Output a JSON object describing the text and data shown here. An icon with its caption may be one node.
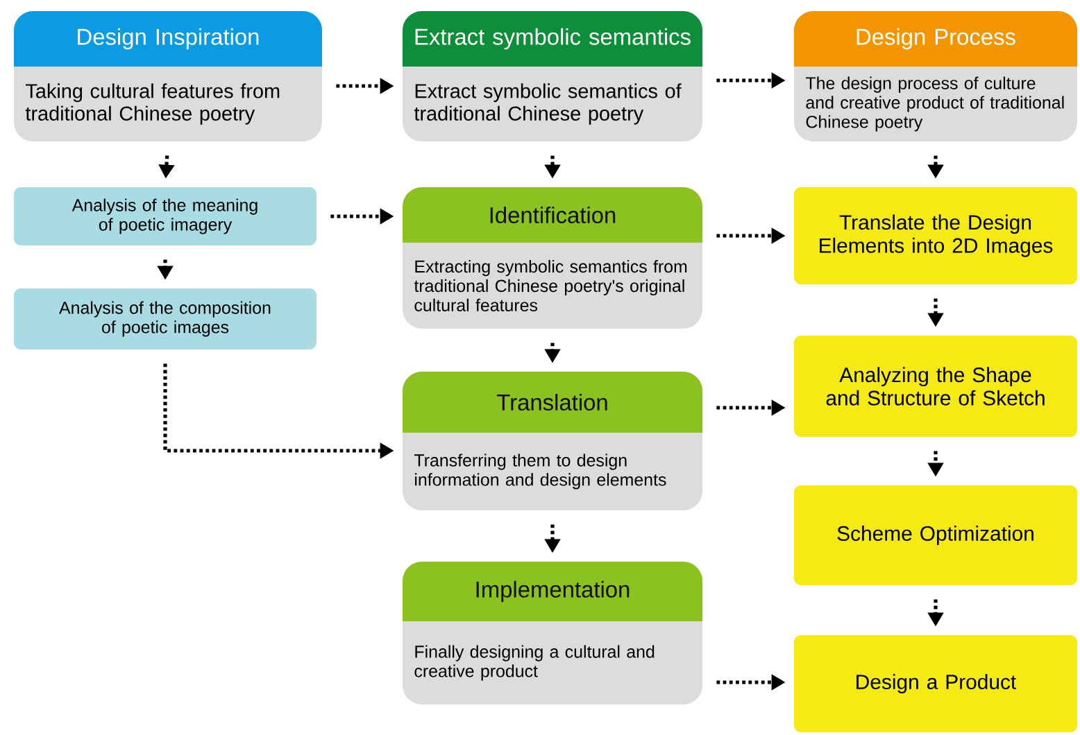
{
  "diagram": {
    "nodes": [
      {
        "text": [
          "Design Inspiration",
          "Taking cultural features from traditional Chinese poetry"
        ]
      },
      {
        "text": [
          "Analysis of the meaning of poetic imagery"
        ]
      },
      {
        "text": [
          "Analysis of the composition of poetic images"
        ]
      },
      {
        "text": [
          "Extract symbolic semantics",
          "Extract symbolic semantics of traditional Chinese poetry"
        ]
      },
      {
        "text": [
          "Identification",
          "Extracting symbolic semantics from traditional Chinese poetry's original cultural features"
        ]
      },
      {
        "text": [
          "Translation",
          "Transferring them to design information and design elements"
        ]
      },
      {
        "text": [
          "Implementation",
          "Finally designing a cultural and creative product"
        ]
      },
      {
        "text": [
          "Design Process",
          "The design process of culture and creative product of traditional Chinese poetry"
        ]
      },
      {
        "text": [
          "Translate the Design Elements into 2D Images"
        ]
      },
      {
        "text": [
          "Analyzing the Shape and Structure of Sketch"
        ]
      },
      {
        "text": [
          "Scheme Optimization"
        ]
      },
      {
        "text": [
          "Design a Product"
        ]
      }
    ],
    "edges": [
      {
        "from": 0,
        "to": 3,
        "arrow": "to"
      },
      {
        "from": 3,
        "to": 7,
        "arrow": "to"
      },
      {
        "from": 0,
        "to": 1,
        "arrow": "to"
      },
      {
        "from": 1,
        "to": 2,
        "arrow": "to"
      },
      {
        "from": 1,
        "to": 4,
        "arrow": "to"
      },
      {
        "from": 3,
        "to": 4,
        "arrow": "to"
      },
      {
        "from": 4,
        "to": 8,
        "arrow": "to"
      },
      {
        "from": 4,
        "to": 5,
        "arrow": "to"
      },
      {
        "from": 2,
        "to": 5,
        "arrow": "to"
      },
      {
        "from": 5,
        "to": 9,
        "arrow": "to"
      },
      {
        "from": 5,
        "to": 6,
        "arrow": "to"
      },
      {
        "from": 6,
        "to": 11,
        "arrow": "to"
      },
      {
        "from": 7,
        "to": 8,
        "arrow": "to"
      },
      {
        "from": 8,
        "to": 9,
        "arrow": "to"
      },
      {
        "from": 9,
        "to": 10,
        "arrow": "to"
      },
      {
        "from": 10,
        "to": 11,
        "arrow": "to"
      }
    ]
  }
}
